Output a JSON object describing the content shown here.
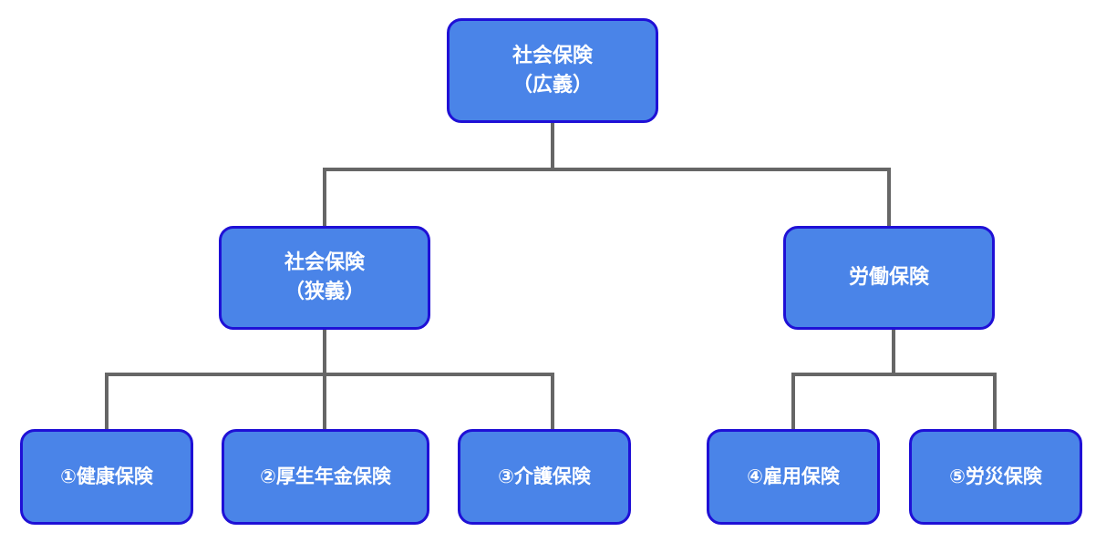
{
  "diagram": {
    "root": {
      "line1": "社会保険",
      "line2": "（広義）"
    },
    "narrow": {
      "line1": "社会保険",
      "line2": "（狭義）"
    },
    "labor": {
      "label": "労働保険"
    },
    "leaves": [
      {
        "label": "①健康保険"
      },
      {
        "label": "②厚生年金保険"
      },
      {
        "label": "③介護保険"
      },
      {
        "label": "④雇用保険"
      },
      {
        "label": "⑤労災保険"
      }
    ]
  },
  "colors": {
    "node_fill": "#4a84e8",
    "node_border": "#1f10d6",
    "node_text": "#ffffff",
    "connector": "#666666"
  }
}
